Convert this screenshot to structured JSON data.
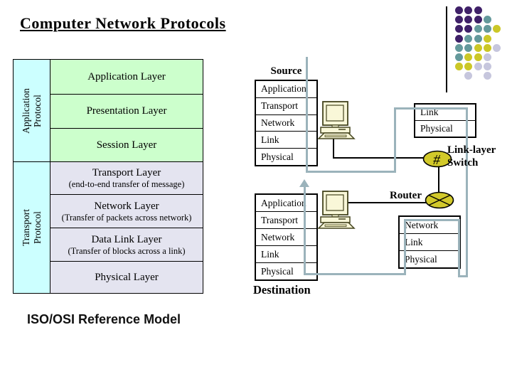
{
  "slide": {
    "title": "Computer Network Protocols",
    "footer": "ISO/OSI Reference Model"
  },
  "osi_table": {
    "side_labels": [
      "Application Protocol",
      "Transport Protocol"
    ],
    "layers": [
      {
        "name": "Application Layer",
        "note": ""
      },
      {
        "name": "Presentation Layer",
        "note": ""
      },
      {
        "name": "Session Layer",
        "note": ""
      },
      {
        "name": "Transport Layer",
        "note": "(end-to-end transfer of message)"
      },
      {
        "name": "Network Layer",
        "note": "(Transfer of packets across network)"
      },
      {
        "name": "Data Link Layer",
        "note": "(Transfer of blocks across a link)"
      },
      {
        "name": "Physical Layer",
        "note": ""
      }
    ]
  },
  "diagram": {
    "source": {
      "title": "Source",
      "layers": [
        "Application",
        "Transport",
        "Network",
        "Link",
        "Physical"
      ]
    },
    "destination": {
      "title": "Destination",
      "layers": [
        "Application",
        "Transport",
        "Network",
        "Link",
        "Physical"
      ]
    },
    "switch_stack": {
      "layers": [
        "Link",
        "Physical"
      ]
    },
    "router_stack": {
      "layers": [
        "Network",
        "Link",
        "Physical"
      ]
    },
    "switch": {
      "symbol": "#",
      "label_line1": "Link-layer",
      "label_line2": "Switch"
    },
    "router": {
      "label": "Router"
    }
  },
  "colors": {
    "application_group_bg": "#ccffcc",
    "transport_group_bg": "#e4e4f0",
    "side_label_bg": "#ccffff",
    "flow_line": "#9bb3bb",
    "device_fill": "#d2c92a",
    "computer_fill": "#f9f7d8"
  },
  "decoration": {
    "dot_colors": {
      "P": "#3f2068",
      "T": "#64999b",
      "Y": "#cbc727",
      "L": "#c6c6dd"
    },
    "dot_rows": [
      [
        "P",
        "P",
        "P"
      ],
      [
        "P",
        "P",
        "P",
        "T"
      ],
      [
        "P",
        "P",
        "T",
        "T",
        "Y"
      ],
      [
        "P",
        "T",
        "T",
        "Y"
      ],
      [
        "T",
        "T",
        "Y",
        "Y",
        "L"
      ],
      [
        "T",
        "Y",
        "Y",
        "L"
      ],
      [
        "Y",
        "Y",
        "L",
        "L"
      ],
      [
        "",
        "L",
        "",
        "L"
      ]
    ]
  }
}
